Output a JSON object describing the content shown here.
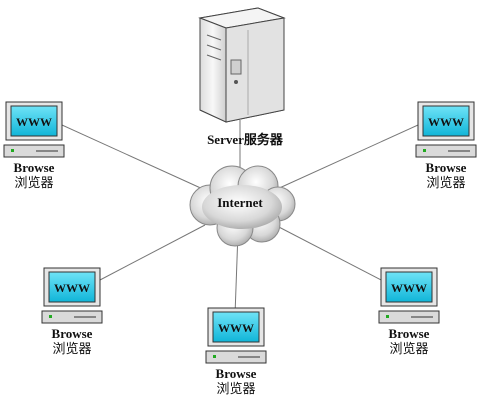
{
  "server": {
    "label_en": "Server",
    "label_cn": "服务器"
  },
  "cloud": {
    "label": "Internet"
  },
  "clients": [
    {
      "id": "top-left",
      "screen": "WWW",
      "label_en": "Browse",
      "label_cn": "浏览器"
    },
    {
      "id": "top-right",
      "screen": "WWW",
      "label_en": "Browse",
      "label_cn": "浏览器"
    },
    {
      "id": "bottom-left",
      "screen": "WWW",
      "label_en": "Browse",
      "label_cn": "浏览器"
    },
    {
      "id": "bottom-center",
      "screen": "WWW",
      "label_en": "Browse",
      "label_cn": "浏览器"
    },
    {
      "id": "bottom-right",
      "screen": "WWW",
      "label_en": "Browse",
      "label_cn": "浏览器"
    }
  ],
  "colors": {
    "screen": "#1fc6e6",
    "monitor_body": "#e6e6e6",
    "outline": "#333333",
    "line": "#777777",
    "cloud": "#dcdcdc",
    "server": "#eeeeee"
  }
}
